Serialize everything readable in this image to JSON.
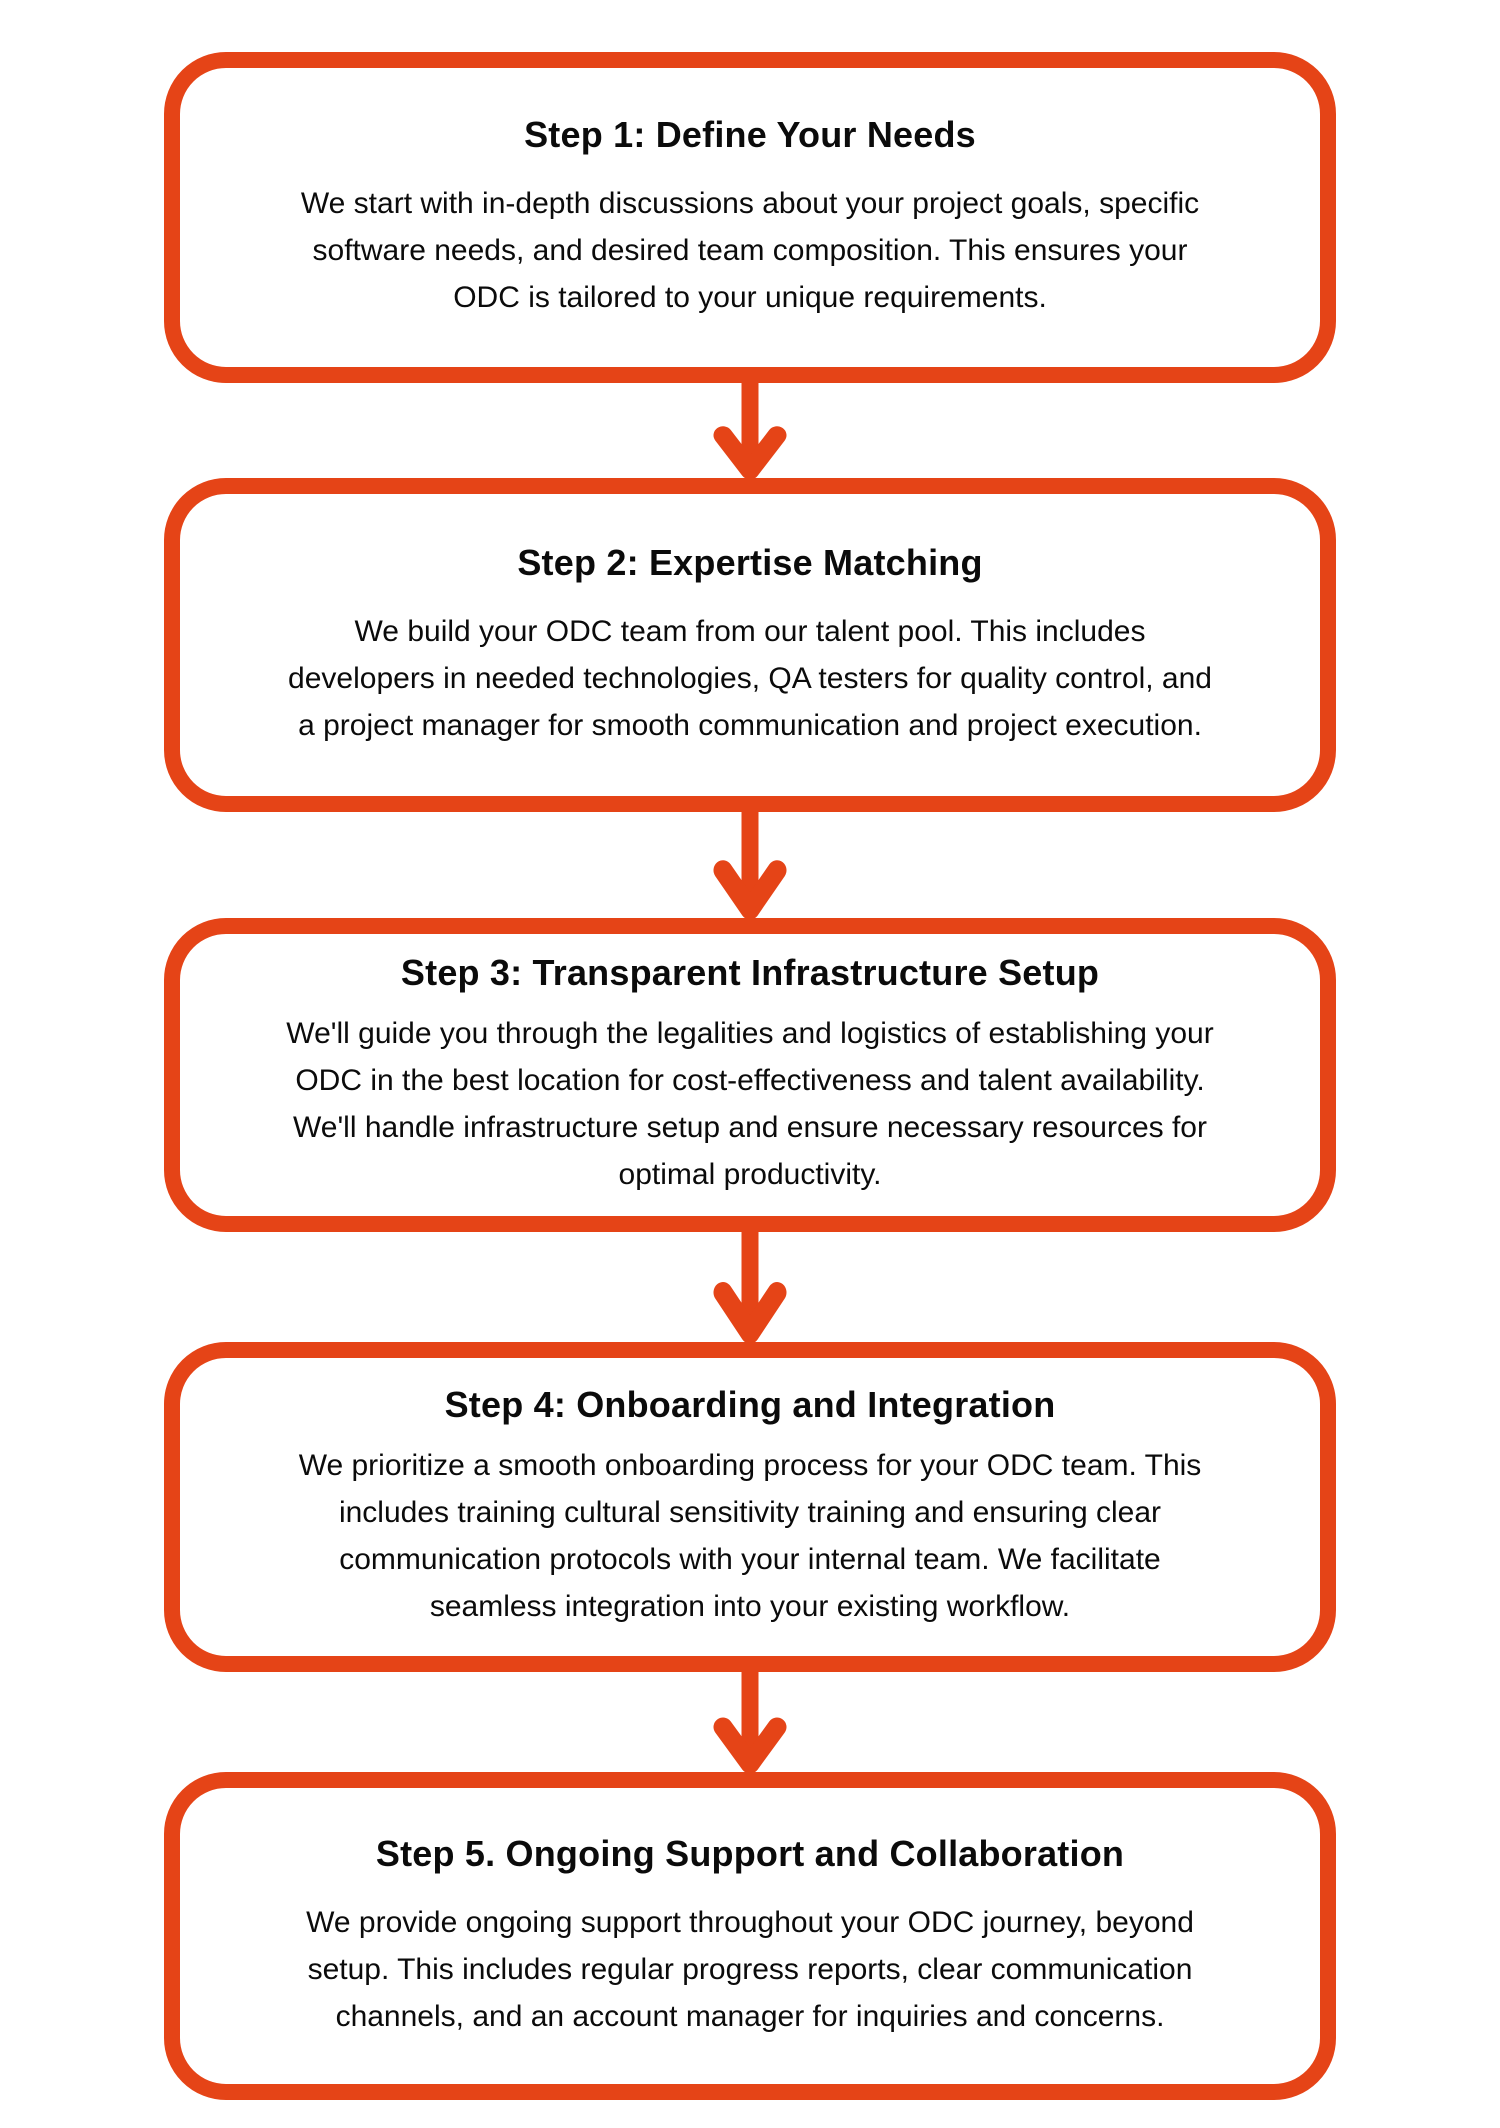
{
  "page": {
    "background_color": "#ffffff",
    "accent_color": "#E54417",
    "text_color": "#0B0B0B"
  },
  "flow": {
    "steps": [
      {
        "title": "Step 1: Define Your Needs",
        "body": "We start with in-depth discussions about your project goals, specific\nsoftware needs, and desired team composition. This ensures your\nODC is tailored to your unique requirements."
      },
      {
        "title": "Step 2: Expertise Matching",
        "body": "We build your ODC team from our talent pool. This includes\ndevelopers in needed technologies, QA testers for quality control, and\na project manager for smooth communication and project execution."
      },
      {
        "title": "Step 3: Transparent Infrastructure Setup",
        "body": "We'll guide you through the legalities and logistics of establishing your\nODC in the best location for cost-effectiveness and talent availability.\nWe'll handle infrastructure setup and ensure necessary resources for\noptimal productivity."
      },
      {
        "title": "Step 4: Onboarding and Integration",
        "body": "We prioritize a smooth onboarding process for your ODC team. This\nincludes training cultural sensitivity training and ensuring clear\ncommunication protocols with your internal team. We facilitate\nseamless integration into your existing workflow."
      },
      {
        "title": "Step 5. Ongoing Support and Collaboration",
        "body": "We provide ongoing support throughout your ODC journey, beyond\nsetup. This includes regular progress reports, clear communication\nchannels, and an account manager for inquiries and concerns."
      }
    ]
  }
}
